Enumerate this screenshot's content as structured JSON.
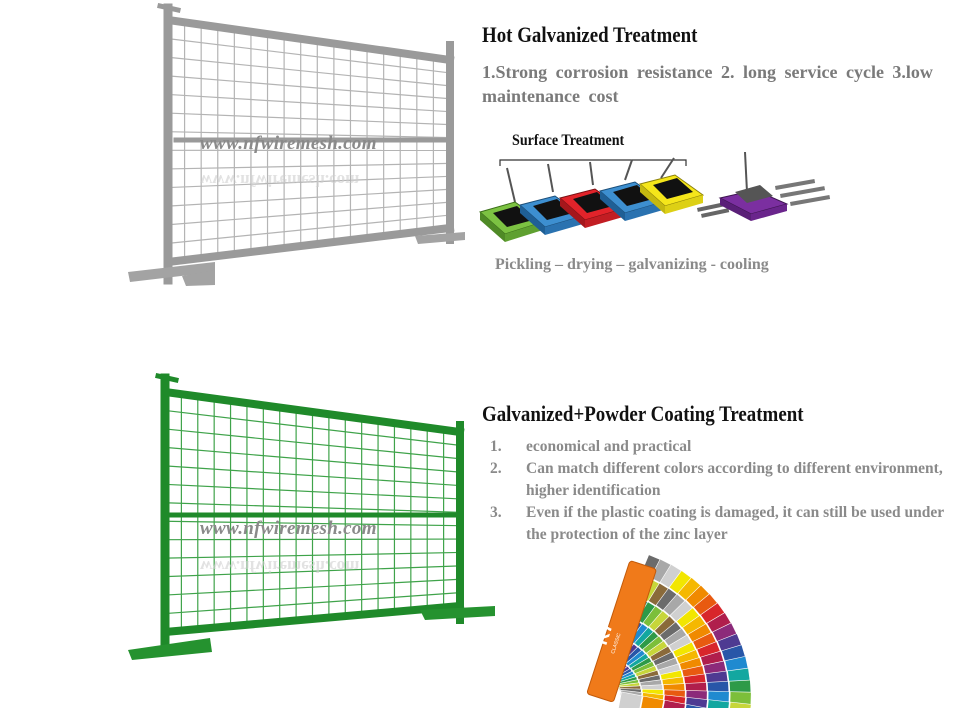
{
  "watermark": "www.nfwiremesh.com",
  "colors": {
    "grey_fence": "#9a9a9a",
    "green_fence": "#1f8a2a",
    "tank_green": "#7cc242",
    "tank_blue": "#2f7fc0",
    "tank_red": "#e2232a",
    "tank_yellow": "#f5e61a",
    "tank_purple": "#7b2fa0"
  },
  "section1": {
    "title": "Hot Galvanized Treatment",
    "description": "1.Strong corrosion resistance 2. long service cycle 3.low maintenance cost",
    "surface_label": "Surface Treatment",
    "process_caption": "Pickling – drying – galvanizing - cooling"
  },
  "section2": {
    "title": "Galvanized+Powder Coating Treatment",
    "items": [
      {
        "num": "1.",
        "text": "economical and practical"
      },
      {
        "num": "2.",
        "text": "Can match different colors according to different environment, higher identification"
      },
      {
        "num": "3.",
        "text": "Even if the plastic coating is damaged, it can still be used under the protection of the zinc layer"
      }
    ],
    "fan_brand": "RAL",
    "fan_model": "K7",
    "fan_sub": "CLASSIC"
  }
}
